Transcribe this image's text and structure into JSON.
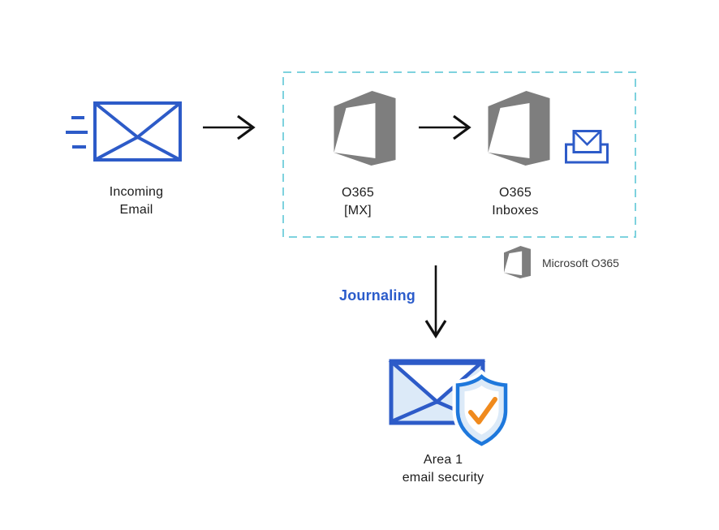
{
  "diagram": {
    "incoming_email": {
      "line1": "Incoming",
      "line2": "Email"
    },
    "o365_mx": {
      "line1": "O365",
      "line2": "[MX]"
    },
    "o365_inboxes": {
      "line1": "O365",
      "line2": "Inboxes"
    },
    "legend": {
      "label": "Microsoft O365"
    },
    "journaling": {
      "label": "Journaling"
    },
    "area1": {
      "line1": "Area 1",
      "line2": "email security"
    }
  },
  "icons": {
    "incoming_envelope": "envelope-with-speed-lines-icon",
    "office365_mx": "office365-logo-icon",
    "office365_inboxes": "office365-logo-icon",
    "inbox": "inbox-tray-envelope-icon",
    "legend_office365": "office365-logo-icon",
    "arrow_right_1": "arrow-right-icon",
    "arrow_right_2": "arrow-right-icon",
    "arrow_down": "arrow-down-icon",
    "area1_envelope_shield": "envelope-with-shield-check-icon"
  },
  "colors": {
    "royal_blue": "#2d5bc8",
    "shield_blue": "#1e78dc",
    "light_blue_fill": "#dceaf8",
    "office_gray": "#7e7e7e",
    "dashed_teal": "#7ed2de",
    "journaling_blue": "#2b5ccb",
    "check_orange": "#f08a1d",
    "arrow_black": "#111111",
    "text_black": "#1c1c1c",
    "legend_text": "#3a3a3a"
  }
}
